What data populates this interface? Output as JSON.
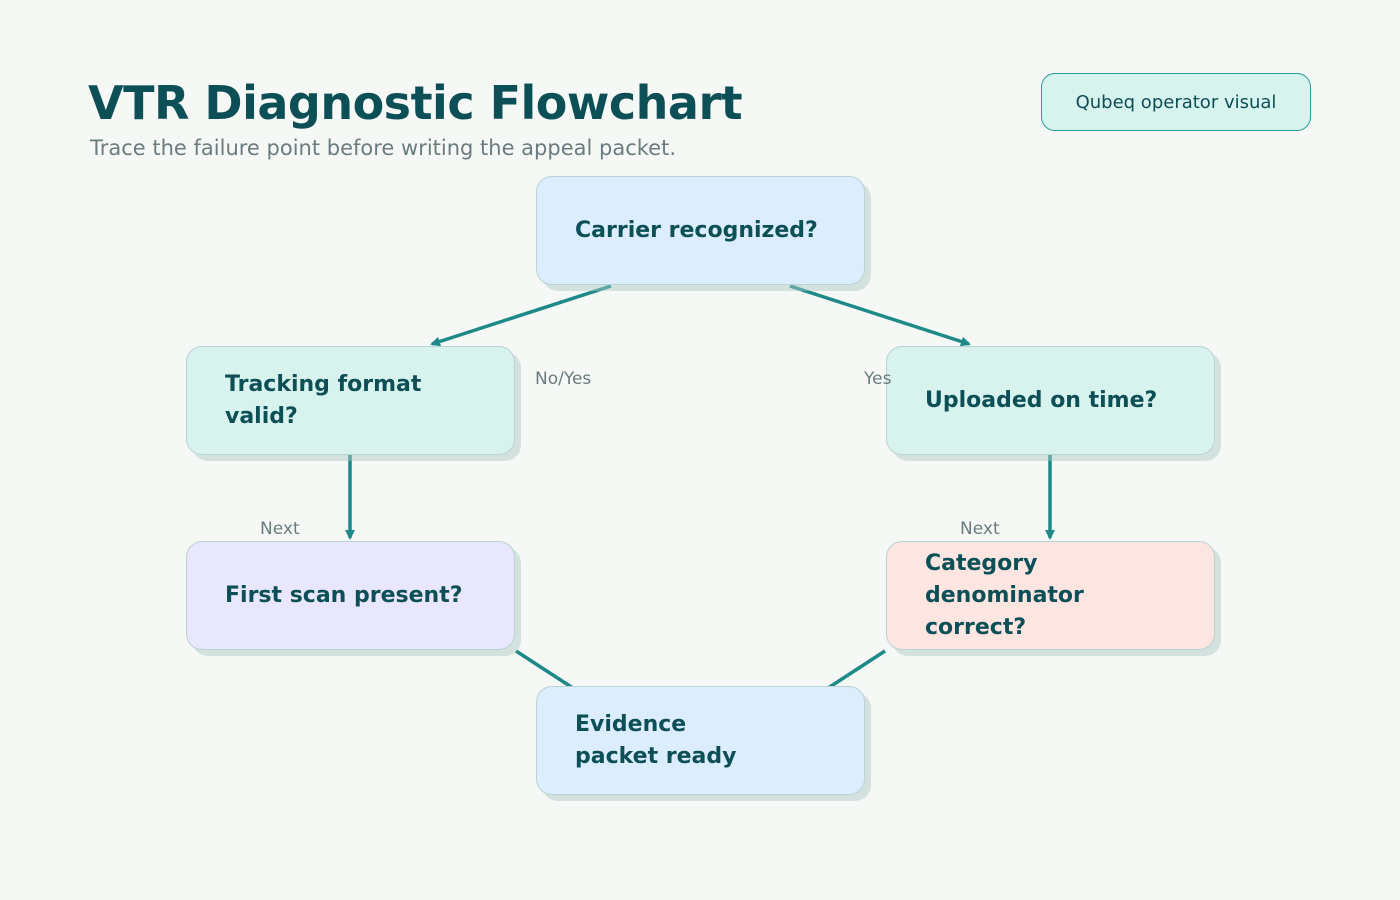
{
  "header": {
    "title": "VTR Diagnostic Flowchart",
    "subtitle": "Trace the failure point before writing the appeal packet.",
    "badge": "Qubeq operator visual"
  },
  "nodes": {
    "carrier": {
      "label": "Carrier recognized?",
      "color": "#dcedfd"
    },
    "tracking": {
      "label": "Tracking format valid?",
      "color": "#d8f3ee"
    },
    "uploaded": {
      "label": "Uploaded on time?",
      "color": "#d8f3ee"
    },
    "first_scan": {
      "label": "First scan present?",
      "color": "#e9e7fd"
    },
    "category": {
      "label": "Category denominator correct?",
      "color": "#fde6e2"
    },
    "evidence": {
      "label": "Evidence packet ready",
      "color": "#dcedfd"
    }
  },
  "edges": [
    {
      "from": "carrier",
      "to": "tracking",
      "label": "No/Yes"
    },
    {
      "from": "carrier",
      "to": "uploaded",
      "label": "Yes"
    },
    {
      "from": "tracking",
      "to": "first_scan",
      "label": "Next"
    },
    {
      "from": "uploaded",
      "to": "category",
      "label": "Next"
    },
    {
      "from": "first_scan",
      "to": "evidence",
      "label": ""
    },
    {
      "from": "category",
      "to": "evidence",
      "label": ""
    }
  ],
  "colors": {
    "edge": "#1d8a89",
    "title": "#0d4f57"
  }
}
